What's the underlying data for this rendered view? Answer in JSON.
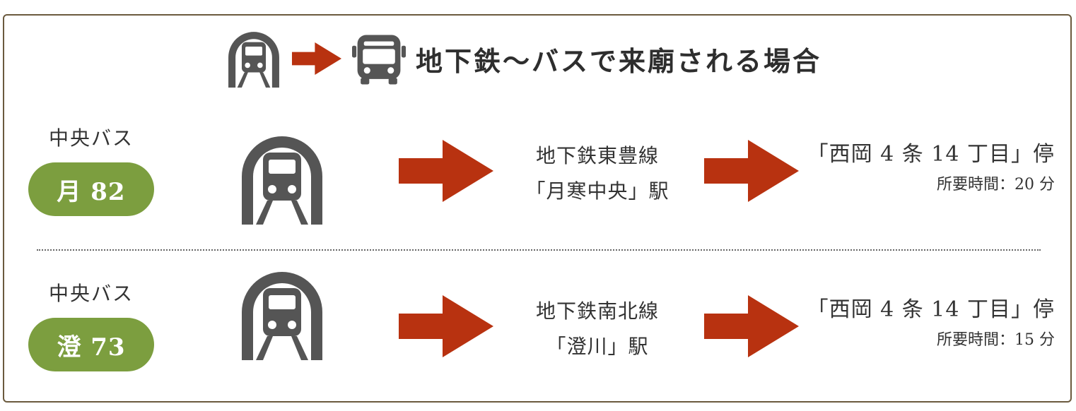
{
  "heading": {
    "title": "地下鉄〜バスで来廟される場合",
    "icons": [
      "subway-icon",
      "arrow-icon",
      "bus-icon"
    ]
  },
  "colors": {
    "frame": "#6b5a3e",
    "badge": "#7c9e3f",
    "arrow": "#b83210",
    "icon": "#555555"
  },
  "routes": [
    {
      "operator": "中央バス",
      "route": "月 82",
      "line": "地下鉄東豊線",
      "station": "「月寒中央」駅",
      "stop": "「西岡 4 条 14 丁目」停",
      "travel_time": "所要時間：20 分"
    },
    {
      "operator": "中央バス",
      "route": "澄 73",
      "line": "地下鉄南北線",
      "station": "「澄川」駅",
      "stop": "「西岡 4 条 14 丁目」停",
      "travel_time": "所要時間：15 分"
    }
  ]
}
